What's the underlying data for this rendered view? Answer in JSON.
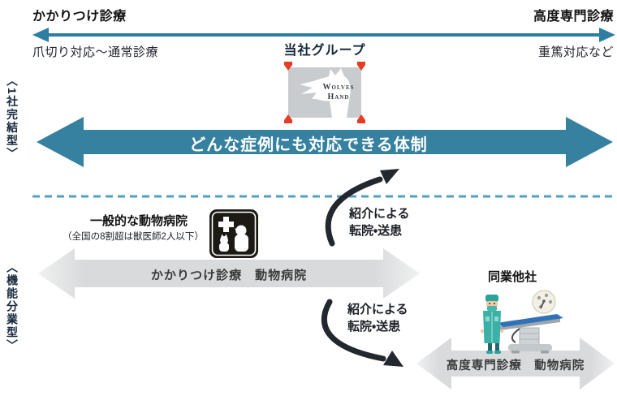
{
  "palette": {
    "teal_arrow": "#35819f",
    "top_axis_arrow": "#2e7da2",
    "dashed_divider": "#4f9fc8",
    "section_label_navy": "#16283c",
    "gray_arrow": "#d8dadb",
    "gray_arrow_tip": "#f0f1f1",
    "referral_arrow_black": "#23272e",
    "logo_bg": "#c9cccf",
    "logo_marker_red": "#e63c26",
    "hospital_icon_bg": "#1d1a16",
    "scrub_teal": "#3ab1a7",
    "table_blue": "#2f72b8"
  },
  "header": {
    "left_title": "かかりつけ診療",
    "left_subtitle": "爪切り対応〜通常診療",
    "right_title": "高度専門診療",
    "right_subtitle": "重篤対応など",
    "center_title": "当社グループ"
  },
  "logo": {
    "name": "WOLVES HAND",
    "line1": "Wolves",
    "line2": "Hand"
  },
  "row_one_company": {
    "side_label": "〈1社完結型〉",
    "arrow_label": "どんな症例にも対応できる体制"
  },
  "row_divided": {
    "side_label": "〈機能分業型〉",
    "general_hospital": {
      "title": "一般的な動物病院",
      "note": "（全国の8割超は獣医師2人以下）",
      "arrow_label": "かかりつけ診療　動物病院"
    },
    "referral_upper": {
      "line1": "紹介による",
      "line2": "転院・送患"
    },
    "referral_lower": {
      "line1": "紹介による",
      "line2": "転院・送患"
    },
    "competitor": {
      "title": "同業他社",
      "arrow_label": "高度専門診療　動物病院"
    }
  },
  "icons": {
    "wolves_hand_logo": "wolves-hand-logo",
    "animal_hospital": "animal-hospital-icon",
    "surgery_room": "surgery-room-illustration"
  }
}
